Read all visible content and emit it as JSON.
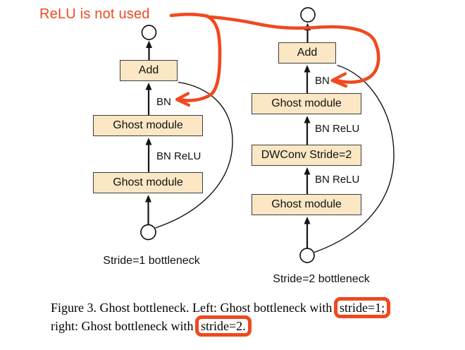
{
  "colors": {
    "accent_orange": "#F1481F",
    "box_fill": "#FBE7C4",
    "box_border": "#3D3D3D",
    "line_black": "#141414"
  },
  "annotation": {
    "note": "ReLU is not used"
  },
  "left_diagram": {
    "title": "Stride=1 bottleneck",
    "add_label": "Add",
    "ghost1_label": "Ghost module",
    "ghost2_label": "Ghost module",
    "bn_label": "BN",
    "bn_relu_label": "BN ReLU"
  },
  "right_diagram": {
    "title": "Stride=2 bottleneck",
    "add_label": "Add",
    "ghost1_label": "Ghost module",
    "dwconv_label": "DWConv Stride=2",
    "ghost2_label": "Ghost module",
    "bn_label": "BN",
    "bn_relu_label_1": "BN ReLU",
    "bn_relu_label_2": "BN ReLU"
  },
  "caption": {
    "line1_prefix": "Figure 3. Ghost bottleneck. Left: Ghost bottleneck with",
    "line1_highlight": "stride=1;",
    "line2_prefix": "right: Ghost bottleneck with",
    "line2_highlight": "stride=2."
  }
}
